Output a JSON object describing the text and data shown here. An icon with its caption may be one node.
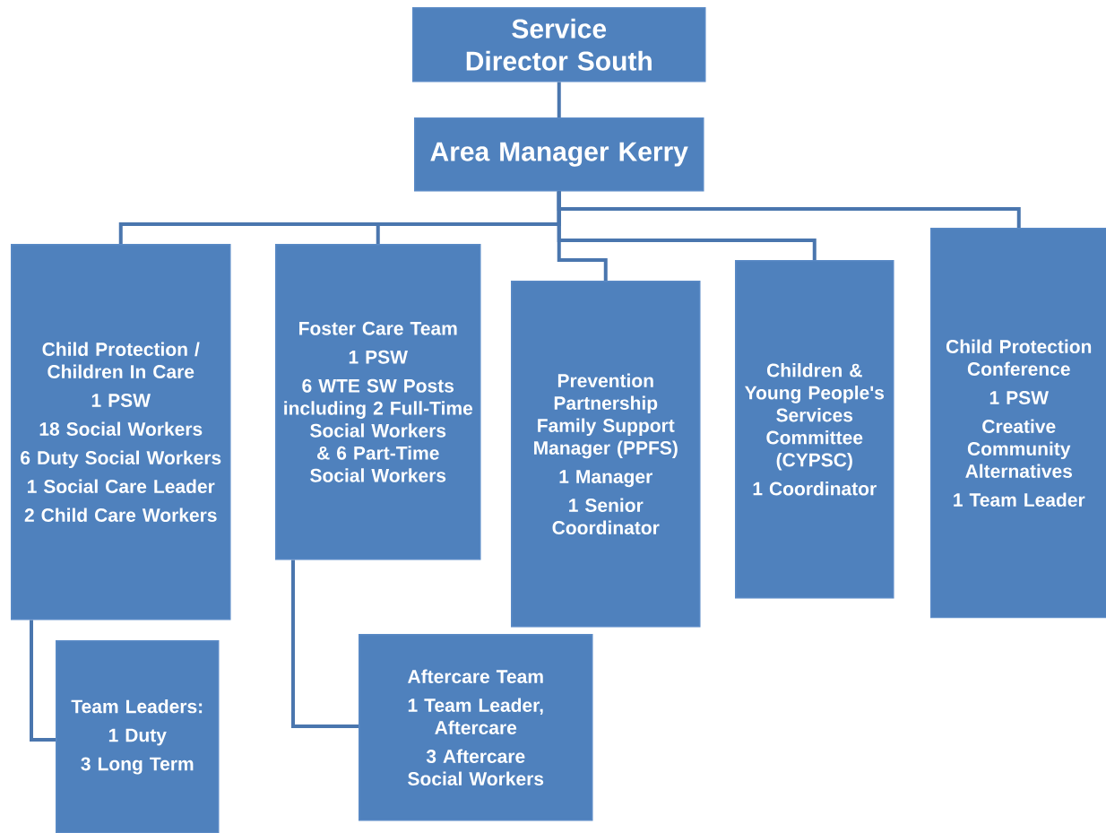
{
  "diagram": {
    "nodes": [
      {
        "text": [
          "Service Director South"
        ]
      },
      {
        "text": [
          "Area Manager Kerry"
        ]
      },
      {
        "text": [
          "Child Protection / Children In Care",
          "1 PSW",
          "18 Social Workers",
          "6 Duty Social Workers",
          "1 Social Care Leader",
          "2 Child Care Workers"
        ]
      },
      {
        "text": [
          "Foster Care Team",
          "1 PSW",
          "6 WTE SW Posts including 2 Full-Time Social Workers & 6 Part-Time Social Workers"
        ]
      },
      {
        "text": [
          "Prevention Partnership Family Support Manager (PPFS)",
          "1 Manager",
          "1 Senior Coordinator"
        ]
      },
      {
        "text": [
          "Children & Young People's Services Committee (CYPSC)",
          "1 Coordinator"
        ]
      },
      {
        "text": [
          "Child Protection Conference",
          "1 PSW",
          "Creative Community Alternatives",
          "1 Team Leader"
        ]
      },
      {
        "text": [
          "Team Leaders:",
          "1 Duty",
          "3 Long Term"
        ]
      },
      {
        "text": [
          "Aftercare Team",
          "1 Team Leader, Aftercare",
          "3 Aftercare Social Workers"
        ]
      }
    ],
    "edges": [
      {
        "from": 0,
        "to": 1,
        "arrow": "none"
      },
      {
        "from": 1,
        "to": 2,
        "arrow": "none"
      },
      {
        "from": 1,
        "to": 3,
        "arrow": "none"
      },
      {
        "from": 1,
        "to": 4,
        "arrow": "none"
      },
      {
        "from": 1,
        "to": 5,
        "arrow": "none"
      },
      {
        "from": 1,
        "to": 6,
        "arrow": "none"
      },
      {
        "from": 2,
        "to": 7,
        "arrow": "none"
      },
      {
        "from": 3,
        "to": 8,
        "arrow": "none"
      }
    ]
  }
}
